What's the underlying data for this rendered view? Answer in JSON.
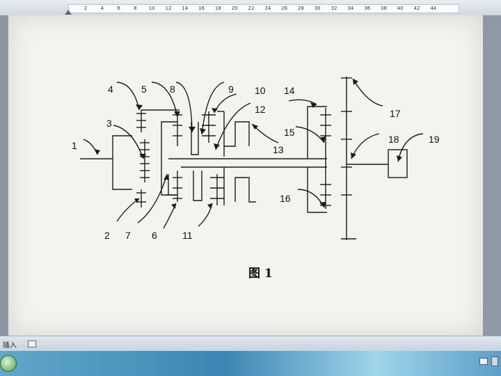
{
  "ruler": {
    "ticks": [
      "2",
      "4",
      "6",
      "8",
      "10",
      "12",
      "14",
      "16",
      "18",
      "20",
      "22",
      "24",
      "26",
      "28",
      "30",
      "32",
      "34",
      "36",
      "38",
      "40",
      "42",
      "44"
    ]
  },
  "figure": {
    "caption": "图 1",
    "labels": {
      "l1": "1",
      "l2": "2",
      "l3": "3",
      "l4": "4",
      "l5": "5",
      "l6": "6",
      "l7": "7",
      "l8": "8",
      "l9": "9",
      "l10": "10",
      "l11": "11",
      "l12": "12",
      "l13": "13",
      "l14": "14",
      "l15": "15",
      "l16": "16",
      "l17": "17",
      "l18": "18",
      "l19": "19"
    }
  },
  "status_bar": {
    "mode_label": "插入"
  },
  "colors": {
    "page": "#f4f3ee",
    "line": "#1a1a1a",
    "taskbar": "#3c86b5"
  }
}
